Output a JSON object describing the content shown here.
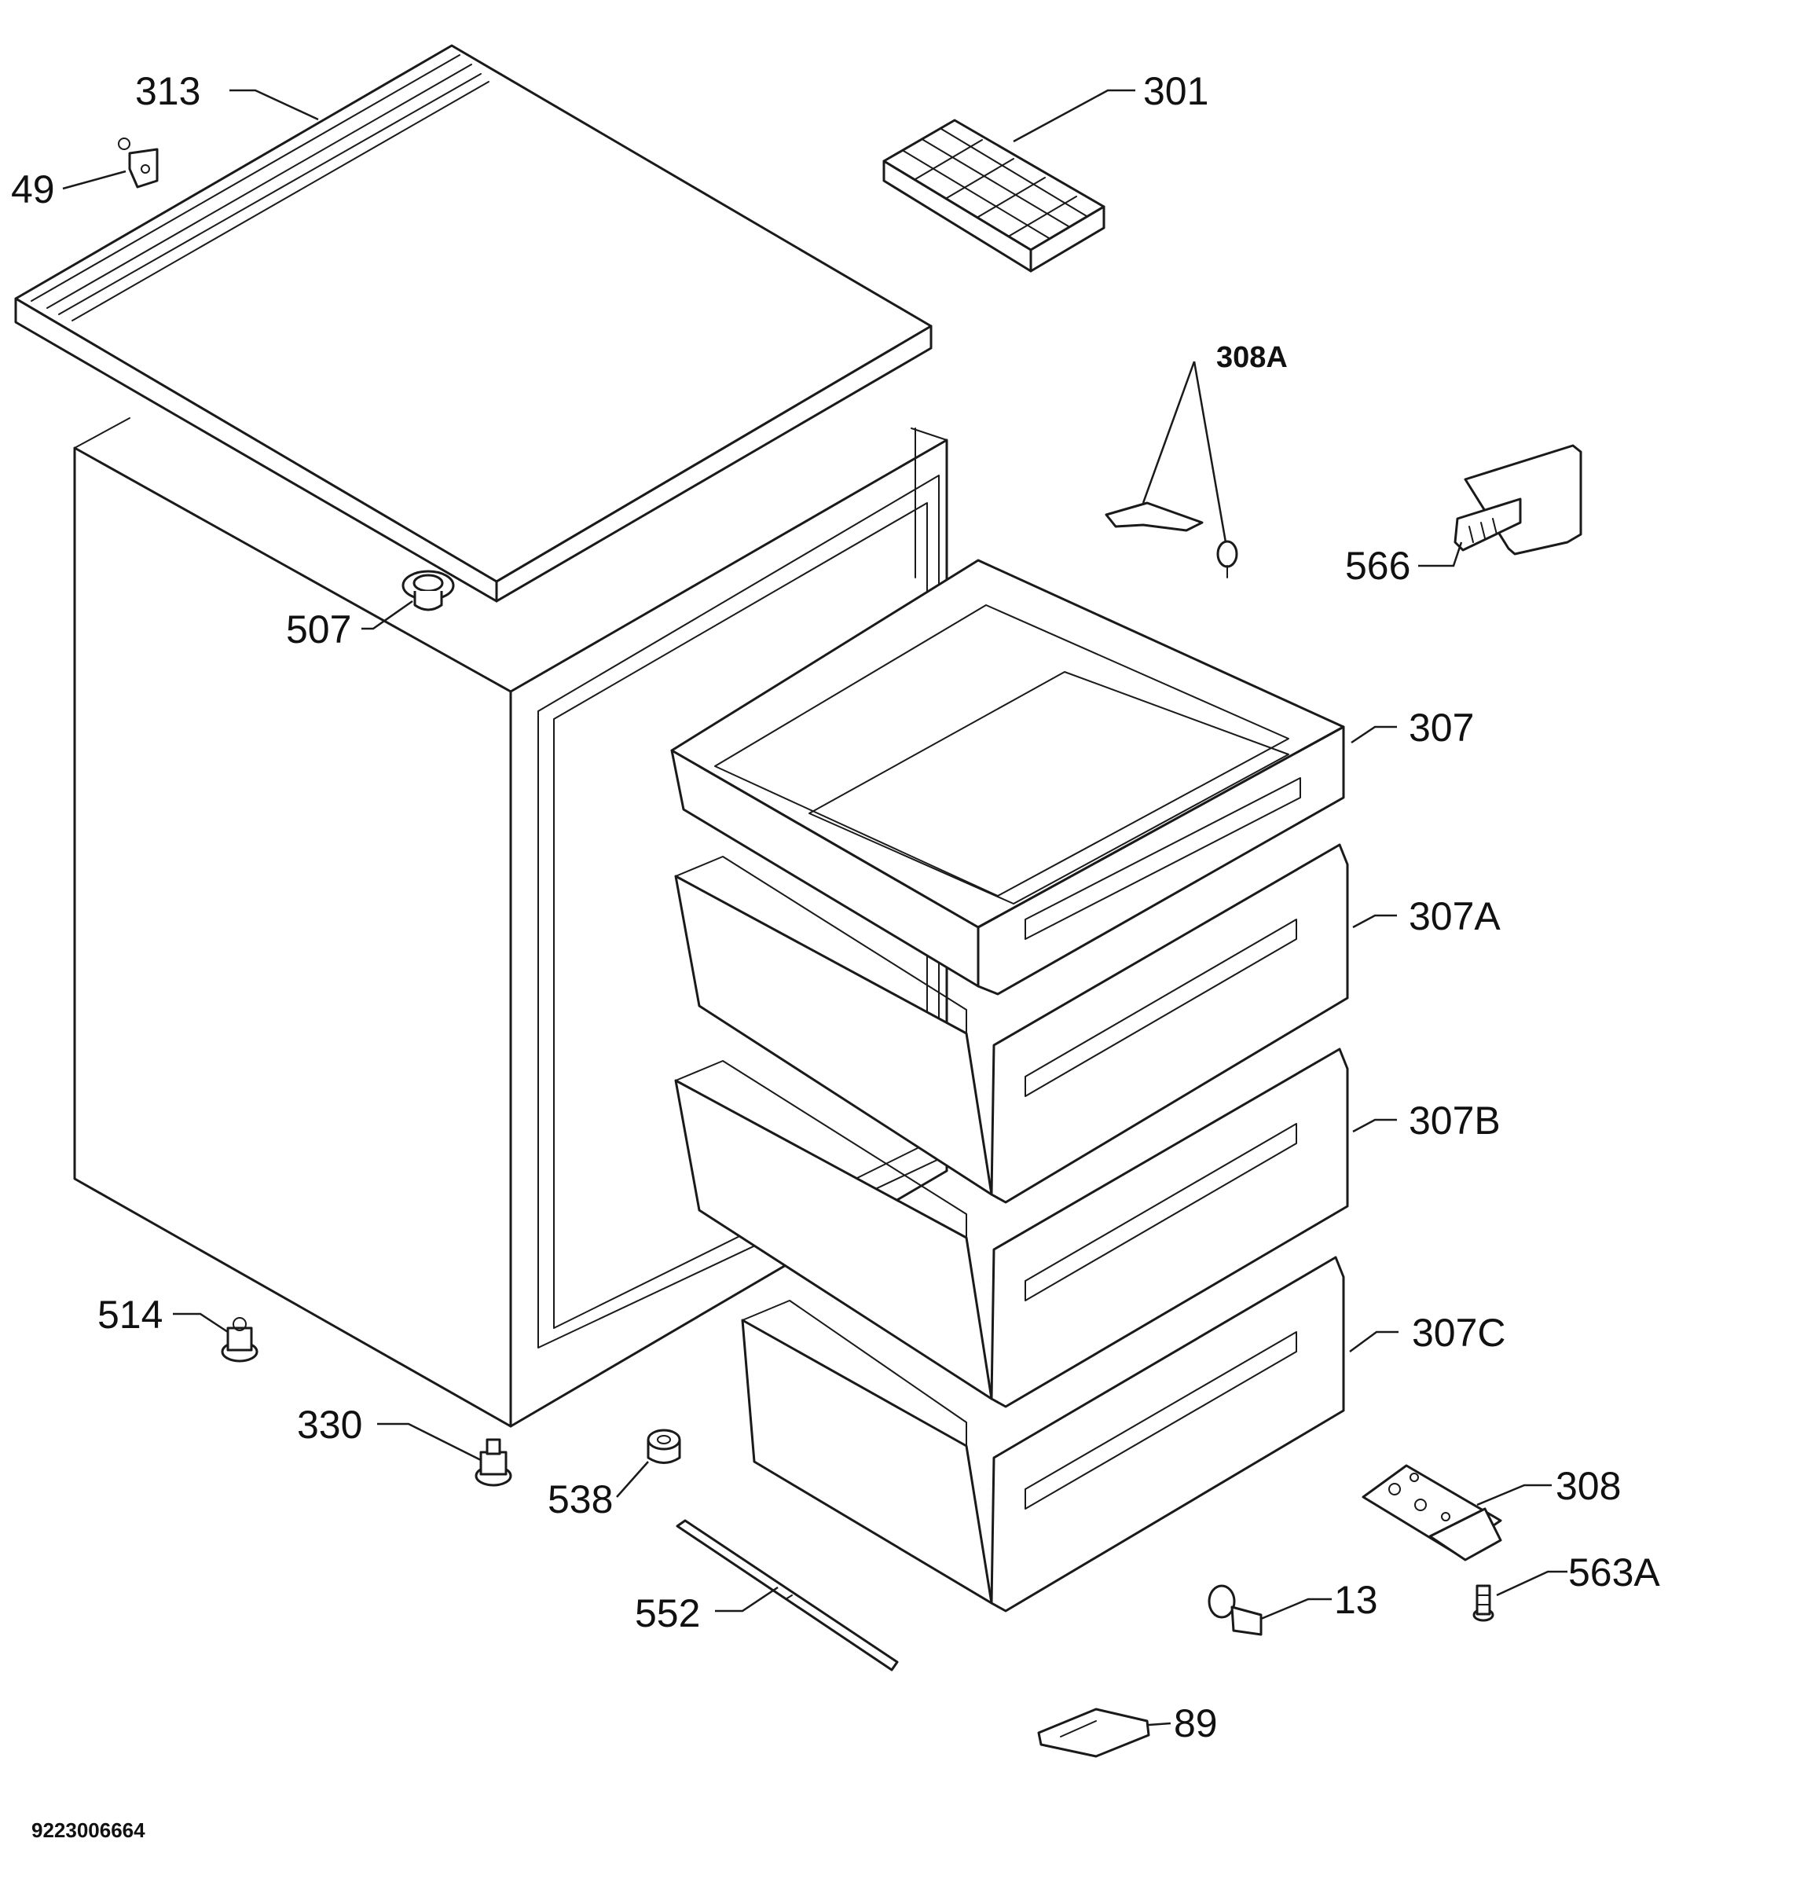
{
  "parts": {
    "p313": "313",
    "p49": "49",
    "p301": "301",
    "p308A": "308A",
    "p566": "566",
    "p507": "507",
    "p307": "307",
    "p307A": "307A",
    "p307B": "307B",
    "p307C": "307C",
    "p514": "514",
    "p330": "330",
    "p538": "538",
    "p552": "552",
    "p308": "308",
    "p563A": "563A",
    "p13": "13",
    "p89": "89"
  },
  "document_number": "9223006664"
}
